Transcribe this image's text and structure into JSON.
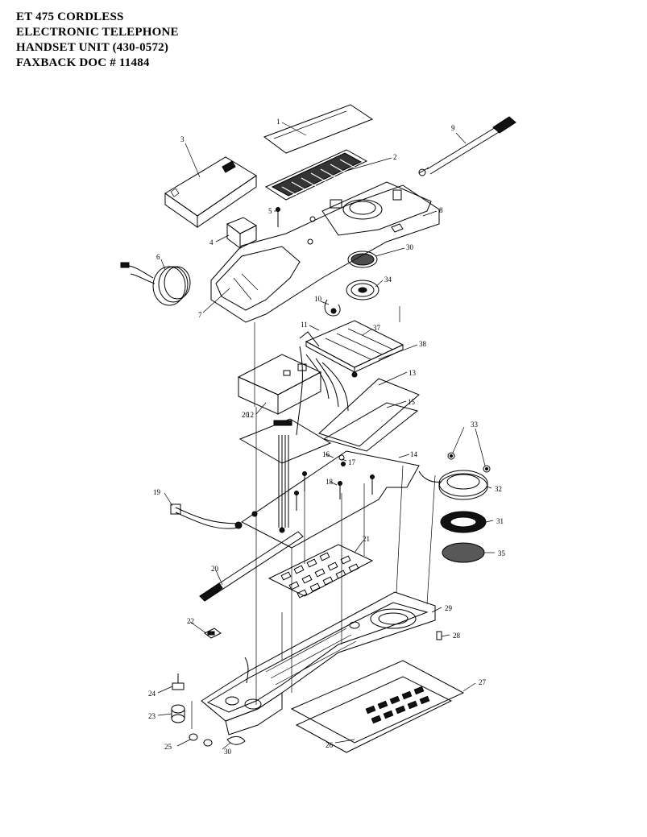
{
  "title_lines": [
    "ET 475 CORDLESS",
    "ELECTRONIC TELEPHONE",
    "HANDSET UNIT  (430-0572)",
    "FAXBACK DOC # 11484"
  ],
  "callouts": {
    "c1": "1",
    "c2": "2",
    "c3": "3",
    "c4": "4",
    "c5": "5",
    "c6": "6",
    "c7": "7",
    "c8": "8",
    "c9": "9",
    "c10": "10",
    "c11": "11",
    "c12": "12",
    "c13": "13",
    "c14": "14",
    "c15": "15",
    "c16": "16",
    "c17": "17",
    "c18": "18",
    "c19": "19",
    "c20": "20",
    "c20b": "20",
    "c21": "21",
    "c22": "22",
    "c23": "23",
    "c24": "24",
    "c25": "25",
    "c26": "26",
    "c27": "27",
    "c28": "28",
    "c29": "29",
    "c30": "30",
    "c30b": "30",
    "c31": "31",
    "c32": "32",
    "c33": "33",
    "c34": "34",
    "c35": "35",
    "c37": "37",
    "c38": "38"
  }
}
